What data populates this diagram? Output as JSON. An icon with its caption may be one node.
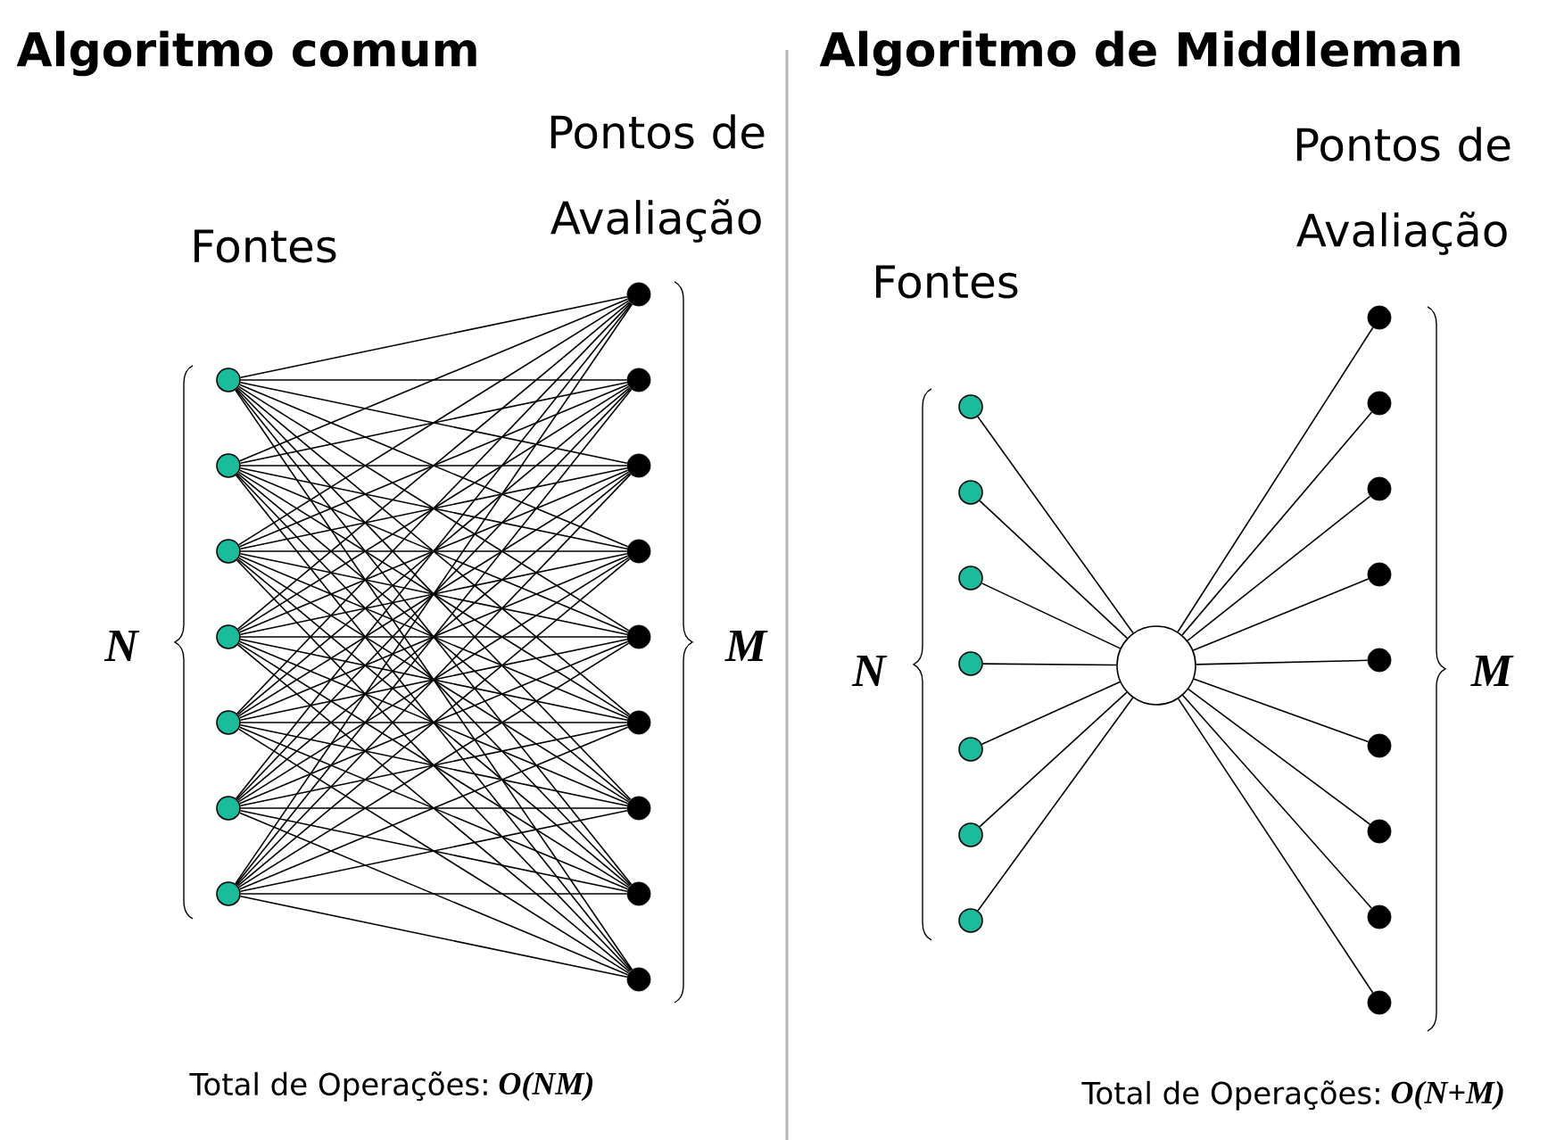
{
  "diagram": {
    "nodes": [
      {
        "text": [],
        "shape": "circle"
      },
      {
        "text": [],
        "shape": "circle"
      },
      {
        "text": [],
        "shape": "circle"
      },
      {
        "text": [],
        "shape": "circle"
      },
      {
        "text": [],
        "shape": "circle"
      },
      {
        "text": [],
        "shape": "circle"
      },
      {
        "text": [],
        "shape": "circle"
      },
      {
        "text": [],
        "shape": "circle"
      },
      {
        "text": [],
        "shape": "circle"
      },
      {
        "text": [],
        "shape": "circle"
      },
      {
        "text": [],
        "shape": "circle"
      },
      {
        "text": [],
        "shape": "circle"
      },
      {
        "text": [],
        "shape": "circle"
      },
      {
        "text": [],
        "shape": "circle"
      },
      {
        "text": [],
        "shape": "circle"
      },
      {
        "text": [],
        "shape": "circle"
      },
      {
        "text": [],
        "shape": "circle"
      },
      {
        "text": [],
        "shape": "circle"
      },
      {
        "text": [],
        "shape": "circle"
      },
      {
        "text": [],
        "shape": "circle"
      },
      {
        "text": [],
        "shape": "circle"
      },
      {
        "text": [],
        "shape": "circle"
      },
      {
        "text": [],
        "shape": "circle"
      },
      {
        "text": [],
        "shape": "circle"
      },
      {
        "text": [],
        "shape": "circle"
      },
      {
        "text": [],
        "shape": "circle"
      },
      {
        "text": [],
        "shape": "circle"
      },
      {
        "text": [],
        "shape": "circle"
      },
      {
        "text": [],
        "shape": "circle"
      },
      {
        "text": [],
        "shape": "circle"
      },
      {
        "text": [],
        "shape": "circle"
      },
      {
        "text": [],
        "shape": "circle"
      },
      {
        "text": [],
        "shape": "circle"
      }
    ],
    "edges": [
      {
        "from": 0,
        "to": 7,
        "arrow": "none"
      },
      {
        "from": 0,
        "to": 8,
        "arrow": "none"
      },
      {
        "from": 0,
        "to": 9,
        "arrow": "none"
      },
      {
        "from": 0,
        "to": 10,
        "arrow": "none"
      },
      {
        "from": 0,
        "to": 11,
        "arrow": "none"
      },
      {
        "from": 0,
        "to": 12,
        "arrow": "none"
      },
      {
        "from": 0,
        "to": 13,
        "arrow": "none"
      },
      {
        "from": 0,
        "to": 14,
        "arrow": "none"
      },
      {
        "from": 0,
        "to": 15,
        "arrow": "none"
      },
      {
        "from": 1,
        "to": 7,
        "arrow": "none"
      },
      {
        "from": 1,
        "to": 8,
        "arrow": "none"
      },
      {
        "from": 1,
        "to": 9,
        "arrow": "none"
      },
      {
        "from": 1,
        "to": 10,
        "arrow": "none"
      },
      {
        "from": 1,
        "to": 11,
        "arrow": "none"
      },
      {
        "from": 1,
        "to": 12,
        "arrow": "none"
      },
      {
        "from": 1,
        "to": 13,
        "arrow": "none"
      },
      {
        "from": 1,
        "to": 14,
        "arrow": "none"
      },
      {
        "from": 1,
        "to": 15,
        "arrow": "none"
      },
      {
        "from": 2,
        "to": 7,
        "arrow": "none"
      },
      {
        "from": 2,
        "to": 8,
        "arrow": "none"
      },
      {
        "from": 2,
        "to": 9,
        "arrow": "none"
      },
      {
        "from": 2,
        "to": 10,
        "arrow": "none"
      },
      {
        "from": 2,
        "to": 11,
        "arrow": "none"
      },
      {
        "from": 2,
        "to": 12,
        "arrow": "none"
      },
      {
        "from": 2,
        "to": 13,
        "arrow": "none"
      },
      {
        "from": 2,
        "to": 14,
        "arrow": "none"
      },
      {
        "from": 2,
        "to": 15,
        "arrow": "none"
      },
      {
        "from": 3,
        "to": 7,
        "arrow": "none"
      },
      {
        "from": 3,
        "to": 8,
        "arrow": "none"
      },
      {
        "from": 3,
        "to": 9,
        "arrow": "none"
      },
      {
        "from": 3,
        "to": 10,
        "arrow": "none"
      },
      {
        "from": 3,
        "to": 11,
        "arrow": "none"
      },
      {
        "from": 3,
        "to": 12,
        "arrow": "none"
      },
      {
        "from": 3,
        "to": 13,
        "arrow": "none"
      },
      {
        "from": 3,
        "to": 14,
        "arrow": "none"
      },
      {
        "from": 3,
        "to": 15,
        "arrow": "none"
      },
      {
        "from": 4,
        "to": 7,
        "arrow": "none"
      },
      {
        "from": 4,
        "to": 8,
        "arrow": "none"
      },
      {
        "from": 4,
        "to": 9,
        "arrow": "none"
      },
      {
        "from": 4,
        "to": 10,
        "arrow": "none"
      },
      {
        "from": 4,
        "to": 11,
        "arrow": "none"
      },
      {
        "from": 4,
        "to": 12,
        "arrow": "none"
      },
      {
        "from": 4,
        "to": 13,
        "arrow": "none"
      },
      {
        "from": 4,
        "to": 14,
        "arrow": "none"
      },
      {
        "from": 4,
        "to": 15,
        "arrow": "none"
      },
      {
        "from": 5,
        "to": 7,
        "arrow": "none"
      },
      {
        "from": 5,
        "to": 8,
        "arrow": "none"
      },
      {
        "from": 5,
        "to": 9,
        "arrow": "none"
      },
      {
        "from": 5,
        "to": 10,
        "arrow": "none"
      },
      {
        "from": 5,
        "to": 11,
        "arrow": "none"
      },
      {
        "from": 5,
        "to": 12,
        "arrow": "none"
      },
      {
        "from": 5,
        "to": 13,
        "arrow": "none"
      },
      {
        "from": 5,
        "to": 14,
        "arrow": "none"
      },
      {
        "from": 5,
        "to": 15,
        "arrow": "none"
      },
      {
        "from": 6,
        "to": 7,
        "arrow": "none"
      },
      {
        "from": 6,
        "to": 8,
        "arrow": "none"
      },
      {
        "from": 6,
        "to": 9,
        "arrow": "none"
      },
      {
        "from": 6,
        "to": 10,
        "arrow": "none"
      },
      {
        "from": 6,
        "to": 11,
        "arrow": "none"
      },
      {
        "from": 6,
        "to": 12,
        "arrow": "none"
      },
      {
        "from": 6,
        "to": 13,
        "arrow": "none"
      },
      {
        "from": 6,
        "to": 14,
        "arrow": "none"
      },
      {
        "from": 6,
        "to": 15,
        "arrow": "none"
      },
      {
        "from": 16,
        "to": 23,
        "arrow": "none"
      },
      {
        "from": 17,
        "to": 23,
        "arrow": "none"
      },
      {
        "from": 18,
        "to": 23,
        "arrow": "none"
      },
      {
        "from": 19,
        "to": 23,
        "arrow": "none"
      },
      {
        "from": 20,
        "to": 23,
        "arrow": "none"
      },
      {
        "from": 21,
        "to": 23,
        "arrow": "none"
      },
      {
        "from": 22,
        "to": 23,
        "arrow": "none"
      },
      {
        "from": 23,
        "to": 24,
        "arrow": "none"
      },
      {
        "from": 23,
        "to": 25,
        "arrow": "none"
      },
      {
        "from": 23,
        "to": 26,
        "arrow": "none"
      },
      {
        "from": 23,
        "to": 27,
        "arrow": "none"
      },
      {
        "from": 23,
        "to": 28,
        "arrow": "none"
      },
      {
        "from": 23,
        "to": 29,
        "arrow": "none"
      },
      {
        "from": 23,
        "to": 30,
        "arrow": "none"
      },
      {
        "from": 23,
        "to": 31,
        "arrow": "none"
      },
      {
        "from": 23,
        "to": 32,
        "arrow": "none"
      }
    ],
    "labels": [
      "Algoritmo comum",
      "Algoritmo de Middleman",
      "Pontos de Avaliação",
      "Fontes",
      "Pontos de Avaliação",
      "Fontes",
      "N",
      "M",
      "N",
      "M",
      "Total de Operações:",
      "O(NM)",
      "Total de Operações:",
      "O(N+M)"
    ]
  }
}
